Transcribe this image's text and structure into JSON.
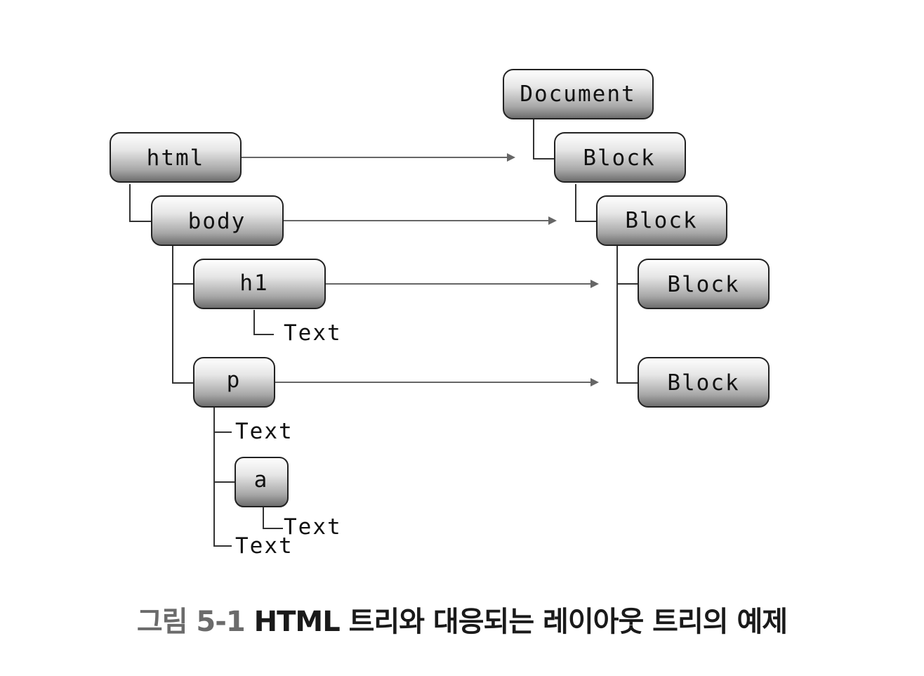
{
  "caption": {
    "label": "그림 5-1",
    "text": "HTML 트리와 대응되는 레이아웃 트리의 예제"
  },
  "html_tree": {
    "html": "html",
    "body": "body",
    "h1": "h1",
    "h1_text": "Text",
    "p": "p",
    "p_text_1": "Text",
    "a": "a",
    "a_text": "Text",
    "p_text_2": "Text"
  },
  "layout_tree": {
    "document": "Document",
    "block_html": "Block",
    "block_body": "Block",
    "block_h1": "Block",
    "block_p": "Block"
  }
}
